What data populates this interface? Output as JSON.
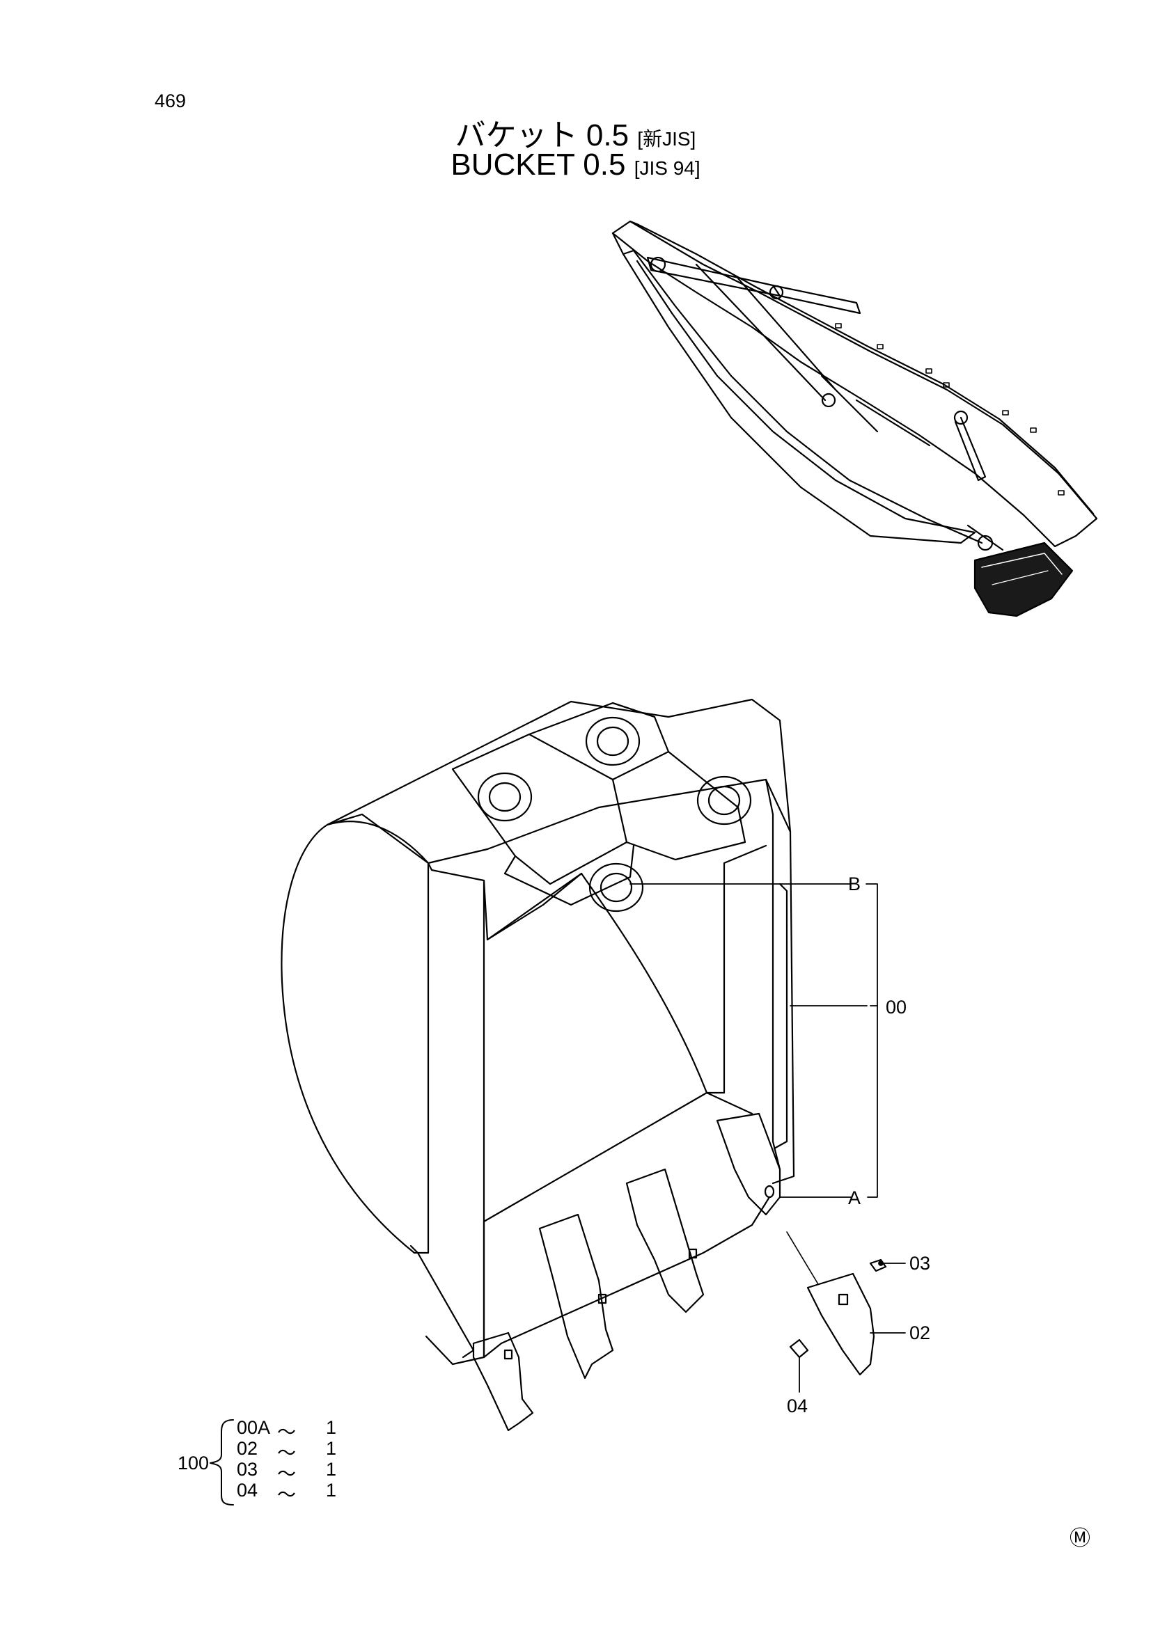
{
  "page_number": "469",
  "title": {
    "jp_text": "バケット 0.5",
    "jp_std": "[新JIS]",
    "en_text": "BUCKET 0.5",
    "en_std": "[JIS 94]"
  },
  "callouts": {
    "b": "B",
    "a": "A",
    "c00": "00",
    "c03": "03",
    "c02": "02",
    "c04": "04"
  },
  "kit": {
    "group": "100",
    "rows": [
      {
        "part": "00A",
        "sep": "～",
        "qty": "1"
      },
      {
        "part": "02",
        "sep": "～",
        "qty": "1"
      },
      {
        "part": "03",
        "sep": "～",
        "qty": "1"
      },
      {
        "part": "04",
        "sep": "～",
        "qty": "1"
      }
    ]
  },
  "corner_mark": "Ⓜ"
}
